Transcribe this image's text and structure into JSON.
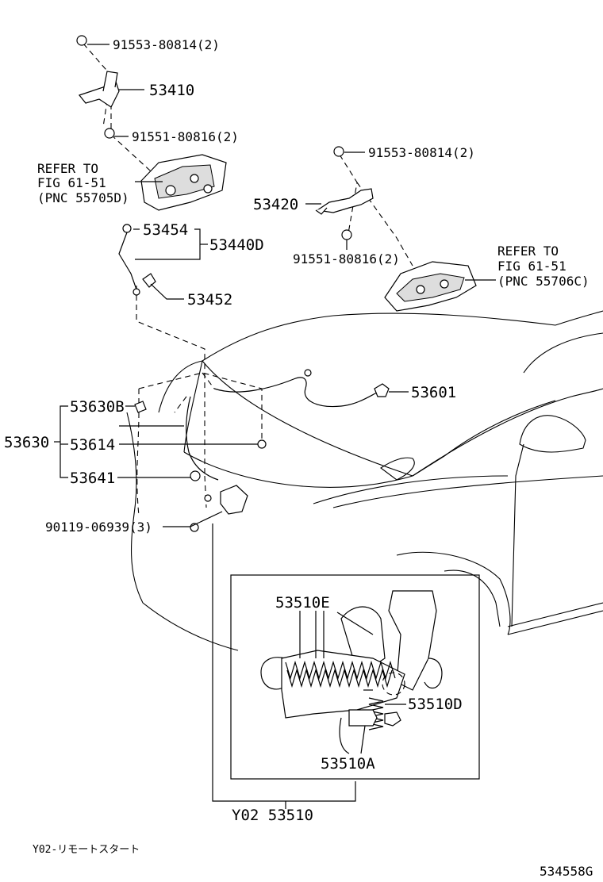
{
  "labels": {
    "bolt_top_left": "91553-80814(2)",
    "bracket_left": "53410",
    "bolt_mid_left": "91551-80816(2)",
    "refer_left_1": "REFER TO",
    "refer_left_2": "FIG 61-51",
    "refer_left_3": "(PNC 55705D)",
    "bolt_top_right": "91553-80814(2)",
    "bracket_right": "53420",
    "bolt_mid_right": "91551-80816(2)",
    "refer_right_1": "REFER TO",
    "refer_right_2": "FIG 61-51",
    "refer_right_3": "(PNC 55706C)",
    "cable_end": "53454",
    "cable_assy": "53440D",
    "clip": "53452",
    "cushion": "53601",
    "group": "53630",
    "sub_a": "53630B",
    "sub_b": "53614",
    "sub_c": "53641",
    "bolt_lock": "90119-06939(3)",
    "detail_e": "53510E",
    "detail_d": "53510D",
    "detail_a": "53510A",
    "lock_assy": "Y02 53510",
    "footnote": "Y02-リモートスタート",
    "figure_code": "534558G"
  }
}
